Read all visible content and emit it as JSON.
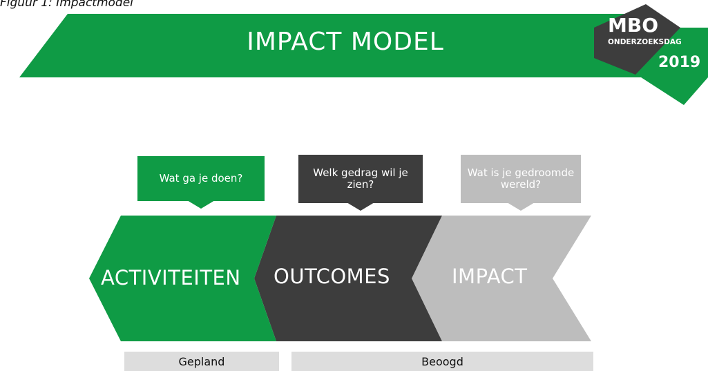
{
  "caption": "Figuur 1: Impactmodel",
  "banner": {
    "title": "IMPACT MODEL"
  },
  "logo": {
    "mbo": "MBO",
    "subtitle": "ONDERZOEKSDAG",
    "year": "2019"
  },
  "questions": [
    {
      "text": "Wat ga je doen?",
      "color": "#0f9b45"
    },
    {
      "text": "Welk gedrag wil je zien?",
      "color": "#3d3d3d"
    },
    {
      "text": "Wat is je gedroomde wereld?",
      "color": "#bdbdbd"
    }
  ],
  "stages": [
    {
      "label": "ACTIVITEITEN",
      "color": "#0f9b45"
    },
    {
      "label": "OUTCOMES",
      "color": "#3d3d3d"
    },
    {
      "label": "IMPACT",
      "color": "#bdbdbd"
    }
  ],
  "bars": [
    {
      "label": "Gepland"
    },
    {
      "label": "Beoogd"
    }
  ]
}
